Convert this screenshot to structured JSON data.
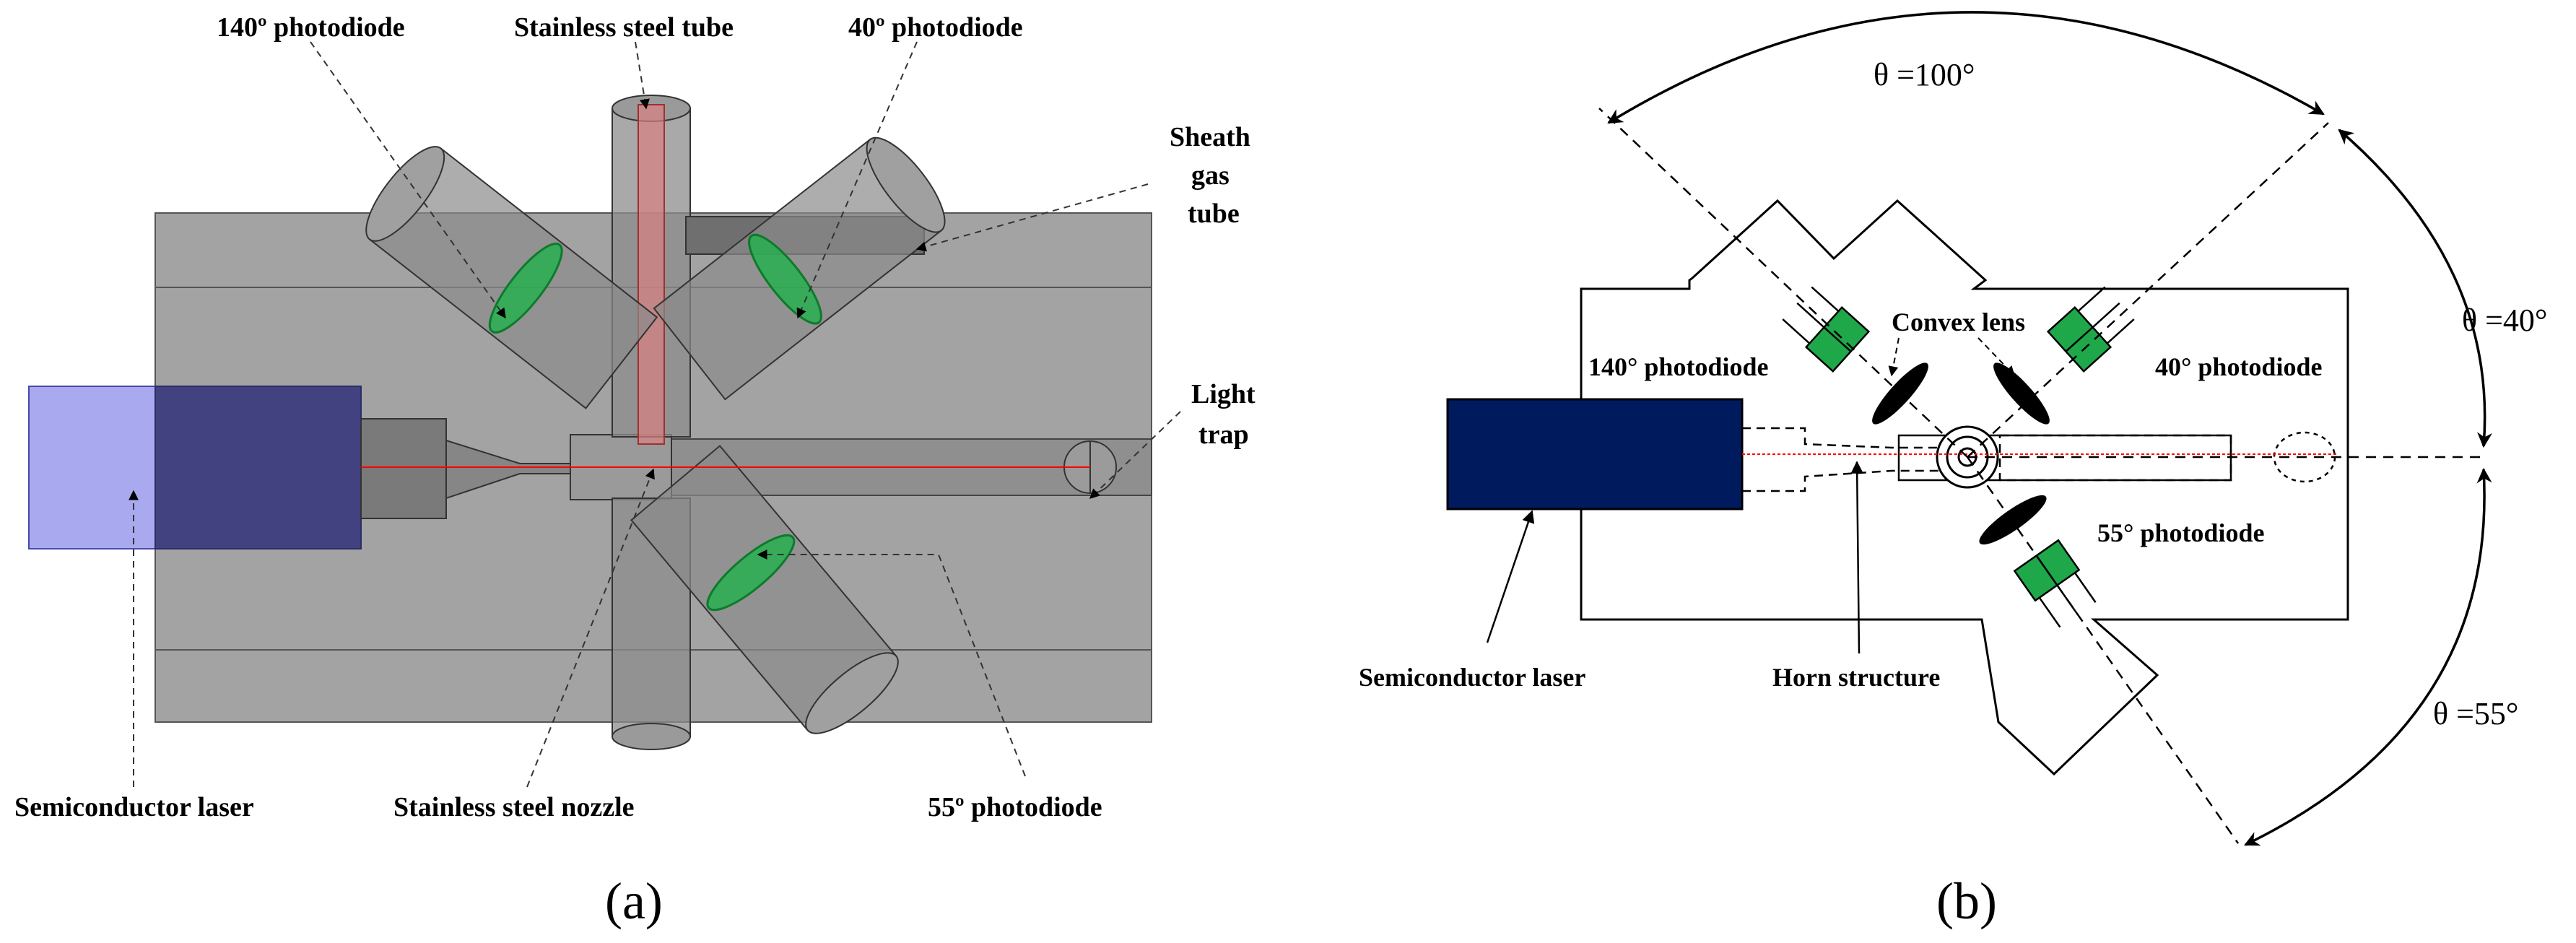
{
  "panel_a": {
    "caption": "(a)",
    "labels": {
      "photodiode_140": "140º photodiode",
      "steel_tube": "Stainless steel tube",
      "photodiode_40": "40º photodiode",
      "sheath_1": "Sheath",
      "sheath_2": "gas",
      "sheath_3": "tube",
      "light_1": "Light",
      "light_2": "trap",
      "laser": "Semiconductor laser",
      "nozzle": "Stainless steel nozzle",
      "photodiode_55": "55º photodiode"
    }
  },
  "panel_b": {
    "caption": "(b)",
    "angles": {
      "a100": "θ =100°",
      "a40": "θ =40°",
      "a55": "θ =55°"
    },
    "labels": {
      "photodiode_140": "140° photodiode",
      "convex_lens": "Convex lens",
      "photodiode_40": "40° photodiode",
      "photodiode_55": "55° photodiode",
      "laser": "Semiconductor laser",
      "horn": "Horn structure"
    }
  },
  "colors": {
    "housing": "#a3a3a3",
    "laser_light": "#a9a9f0",
    "laser_dark": "#424280",
    "lens_green": "#22b14c",
    "laser_navy": "#001a5e",
    "detector_green": "#1fa84a",
    "beam_red": "#ff0000"
  }
}
